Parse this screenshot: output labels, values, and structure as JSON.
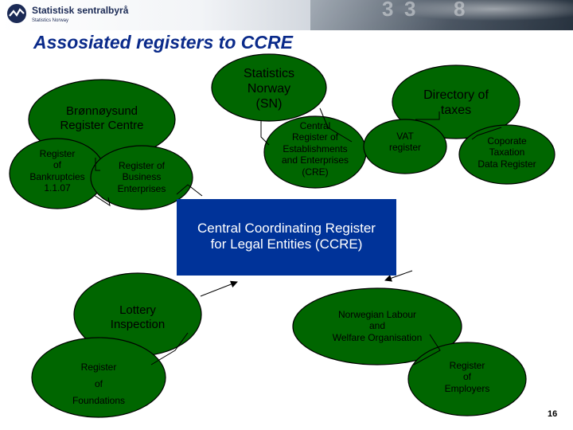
{
  "header": {
    "logo_name": "Statistisk sentralbyrå",
    "logo_sub": "Statistics Norway",
    "logo_icon": "ssb-logo-icon",
    "decor_numbers": [
      "3",
      "3",
      "8"
    ]
  },
  "slide": {
    "title": "Assosiated registers to CCRE",
    "page_number": "16"
  },
  "colors": {
    "ellipse_fill": "#006600",
    "ellipse_stroke": "#000000",
    "center_box": "#003399",
    "title": "#0a2a8a",
    "arrow": "#000000"
  },
  "nodes": {
    "bronnoysund": [
      "Brønnøysund",
      "Register Centre"
    ],
    "bankruptcies": [
      "Register",
      "of",
      "Bankruptcies",
      "1.1.07"
    ],
    "business": [
      "Register of",
      "Business",
      "Enterprises"
    ],
    "ssb": [
      "Statistics",
      "Norway",
      "(SN)"
    ],
    "cre": [
      "Central",
      "Register of",
      "Establishments",
      "and Enterprises",
      "(CRE)"
    ],
    "taxes": [
      "Directory of",
      "taxes"
    ],
    "vat": [
      "VAT",
      "register"
    ],
    "taxation": [
      "Coporate",
      "Taxation",
      "Data Register"
    ],
    "ccre": [
      "Central Coordinating Register",
      "for Legal Entities (CCRE)"
    ],
    "lottery": [
      "Lottery",
      "Inspection"
    ],
    "foundations": [
      "Register",
      "of",
      "Foundations"
    ],
    "nav": [
      "Norwegian Labour",
      "and",
      "Welfare Organisation"
    ],
    "employers": [
      "Register",
      "of",
      "Employers"
    ]
  }
}
